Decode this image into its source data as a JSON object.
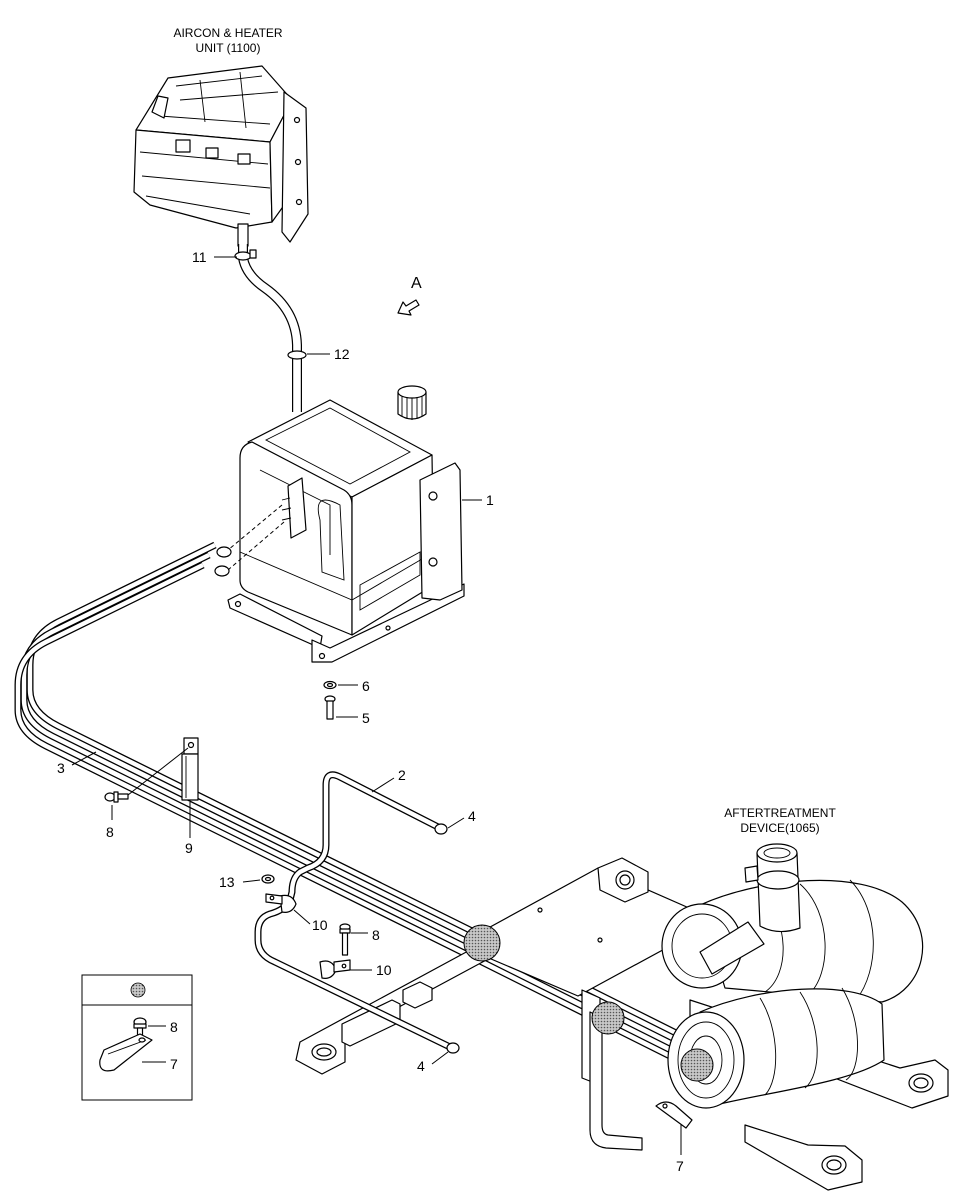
{
  "labels": {
    "aircon_line1": "AIRCON & HEATER",
    "aircon_line2": "UNIT (1100)",
    "view_a": "A",
    "aftertreatment_line1": "AFTERTREATMENT",
    "aftertreatment_line2": "DEVICE(1065)"
  },
  "parts": {
    "p1": "1",
    "p2": "2",
    "p3": "3",
    "p4": "4",
    "p5": "5",
    "p6": "6",
    "p7": "7",
    "p8": "8",
    "p9": "9",
    "p10": "10",
    "p11": "11",
    "p12": "12",
    "p13": "13"
  }
}
